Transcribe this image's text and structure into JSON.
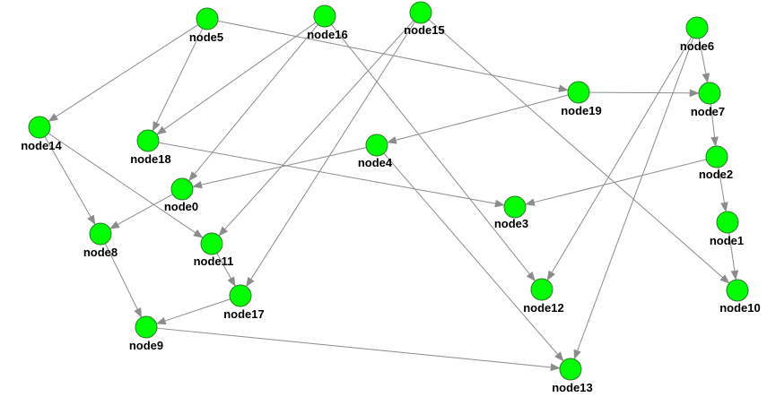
{
  "graph": {
    "node_color": "#00ff00",
    "edge_color": "#8c8c8c",
    "nodes": [
      {
        "id": "node0",
        "label": "node0"
      },
      {
        "id": "node1",
        "label": "node1"
      },
      {
        "id": "node2",
        "label": "node2"
      },
      {
        "id": "node3",
        "label": "node3"
      },
      {
        "id": "node4",
        "label": "node4"
      },
      {
        "id": "node5",
        "label": "node5"
      },
      {
        "id": "node6",
        "label": "node6"
      },
      {
        "id": "node7",
        "label": "node7"
      },
      {
        "id": "node8",
        "label": "node8"
      },
      {
        "id": "node9",
        "label": "node9"
      },
      {
        "id": "node10",
        "label": "node10"
      },
      {
        "id": "node11",
        "label": "node11"
      },
      {
        "id": "node12",
        "label": "node12"
      },
      {
        "id": "node13",
        "label": "node13"
      },
      {
        "id": "node14",
        "label": "node14"
      },
      {
        "id": "node15",
        "label": "node15"
      },
      {
        "id": "node16",
        "label": "node16"
      },
      {
        "id": "node17",
        "label": "node17"
      },
      {
        "id": "node18",
        "label": "node18"
      },
      {
        "id": "node19",
        "label": "node19"
      }
    ],
    "edges": [
      {
        "from": "node5",
        "to": "node14"
      },
      {
        "from": "node5",
        "to": "node18"
      },
      {
        "from": "node5",
        "to": "node19"
      },
      {
        "from": "node16",
        "to": "node18"
      },
      {
        "from": "node16",
        "to": "node0"
      },
      {
        "from": "node16",
        "to": "node12"
      },
      {
        "from": "node15",
        "to": "node11"
      },
      {
        "from": "node15",
        "to": "node17"
      },
      {
        "from": "node15",
        "to": "node10"
      },
      {
        "from": "node6",
        "to": "node7"
      },
      {
        "from": "node6",
        "to": "node12"
      },
      {
        "from": "node6",
        "to": "node13"
      },
      {
        "from": "node19",
        "to": "node7"
      },
      {
        "from": "node19",
        "to": "node4"
      },
      {
        "from": "node7",
        "to": "node2"
      },
      {
        "from": "node2",
        "to": "node3"
      },
      {
        "from": "node2",
        "to": "node1"
      },
      {
        "from": "node1",
        "to": "node10"
      },
      {
        "from": "node14",
        "to": "node8"
      },
      {
        "from": "node14",
        "to": "node11"
      },
      {
        "from": "node18",
        "to": "node3"
      },
      {
        "from": "node4",
        "to": "node0"
      },
      {
        "from": "node4",
        "to": "node13"
      },
      {
        "from": "node0",
        "to": "node8"
      },
      {
        "from": "node8",
        "to": "node9"
      },
      {
        "from": "node11",
        "to": "node17"
      },
      {
        "from": "node17",
        "to": "node9"
      },
      {
        "from": "node9",
        "to": "node13"
      }
    ]
  }
}
